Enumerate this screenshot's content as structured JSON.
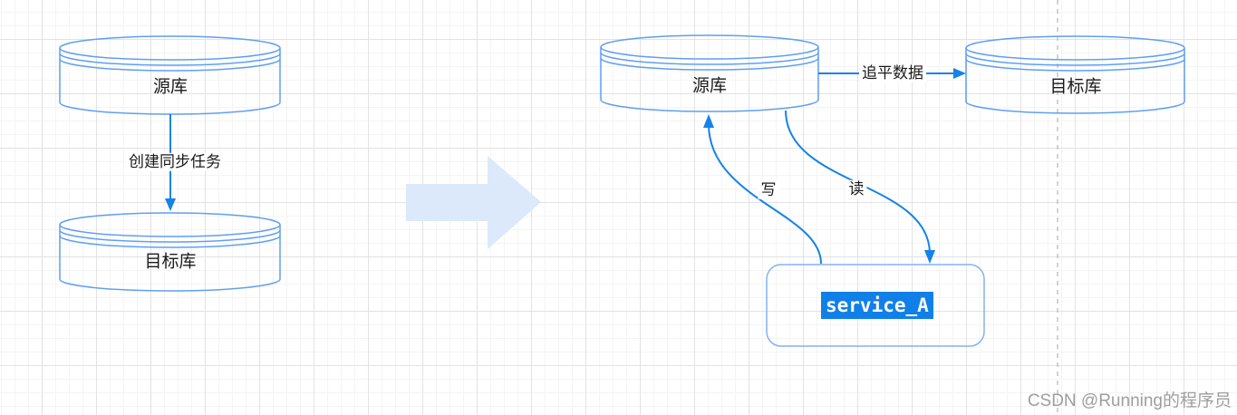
{
  "diagram": {
    "left_flow": {
      "source_db": "源库",
      "target_db": "目标库",
      "task_label": "创建同步任务"
    },
    "transition": {
      "big_arrow": "right-arrow"
    },
    "right_flow": {
      "source_db": "源库",
      "target_db": "目标库",
      "sync_label": "追平数据",
      "write_label": "写",
      "read_label": "读",
      "service_name": "service_A"
    }
  },
  "watermark": "CSDN @Running的程序员",
  "colors": {
    "shape_stroke": "#5f9ff2",
    "service_box_stroke": "#84b2f4",
    "connector_blue": "#1583e8",
    "big_arrow_fill": "#dbe9fa",
    "text_highlight_bg": "#1080e8",
    "label_text": "#1a1a1a",
    "watermark_text": "#9e9e9e",
    "grid_major": "#e2e2e2",
    "grid_minor": "#f4f4f4"
  }
}
